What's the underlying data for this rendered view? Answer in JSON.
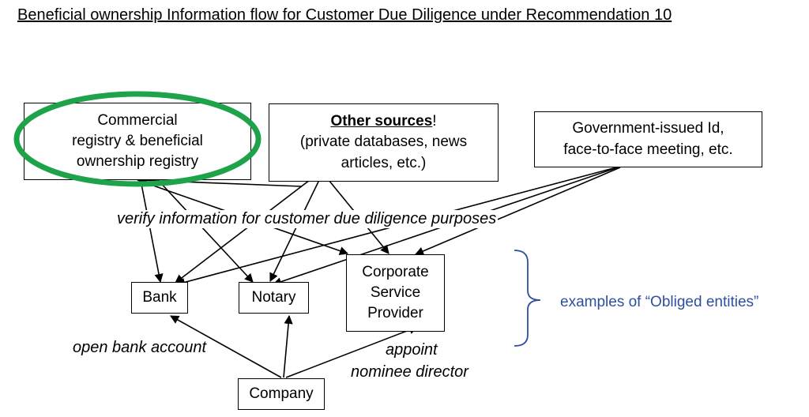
{
  "title": "Beneficial ownership Information flow for Customer Due Diligence under Recommendation 10",
  "sources": {
    "registry": {
      "line1": "Commercial",
      "line2": "registry & beneficial",
      "line3": "ownership registry"
    },
    "other": {
      "heading": "Other sources",
      "exclaim": "!",
      "line2": "(private databases, news",
      "line3": "articles, etc.)"
    },
    "government": {
      "line1": "Government-issued Id,",
      "line2": "face-to-face meeting, etc."
    }
  },
  "verify_label": "verify information for customer due diligence purposes",
  "entities": {
    "bank": "Bank",
    "notary": "Notary",
    "csp": {
      "line1": "Corporate",
      "line2": "Service",
      "line3": "Provider"
    }
  },
  "bracket_label": "examples of “Obliged entities”",
  "company": "Company",
  "edge_labels": {
    "open_bank_account": "open bank account",
    "appoint_line1": "appoint",
    "appoint_line2": "nominee director"
  },
  "colors": {
    "highlight": "#1fa34a",
    "bracket": "#2e4fa0",
    "text": "#000000"
  }
}
